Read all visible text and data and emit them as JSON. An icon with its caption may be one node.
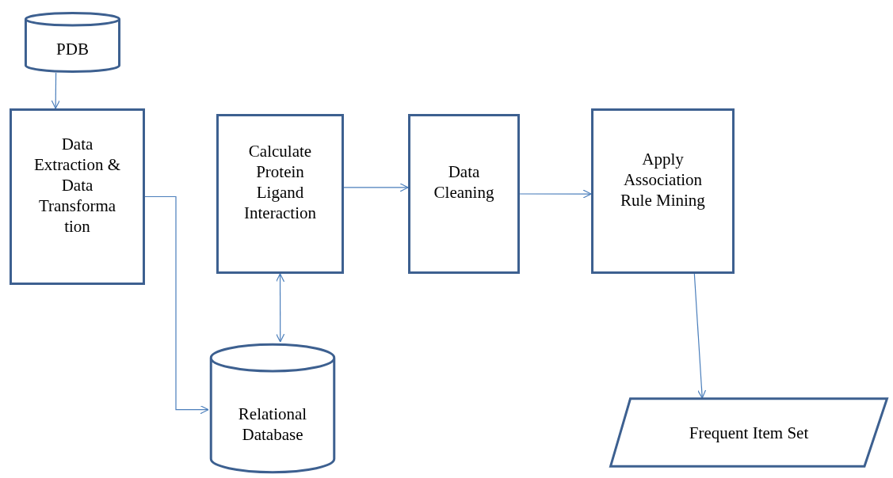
{
  "diagram": {
    "nodes": [
      {
        "text": [
          "PDB"
        ]
      },
      {
        "text": [
          "Data Extraction & Data Transforma tion"
        ]
      },
      {
        "text": [
          "Calculate Protein Ligand Interaction"
        ]
      },
      {
        "text": [
          "Data Cleaning"
        ]
      },
      {
        "text": [
          "Apply Association Rule Mining"
        ]
      },
      {
        "text": [
          "Relational Database"
        ]
      },
      {
        "text": [
          "Frequent Item Set"
        ]
      }
    ],
    "edges": [
      {
        "from": 0,
        "to": 1,
        "arrow": "to"
      },
      {
        "from": 1,
        "to": 5,
        "arrow": "to"
      },
      {
        "from": 2,
        "to": 5,
        "arrow": "both"
      },
      {
        "from": 2,
        "to": 3,
        "arrow": "to"
      },
      {
        "from": 3,
        "to": 4,
        "arrow": "to"
      },
      {
        "from": 4,
        "to": 6,
        "arrow": "to"
      }
    ]
  }
}
